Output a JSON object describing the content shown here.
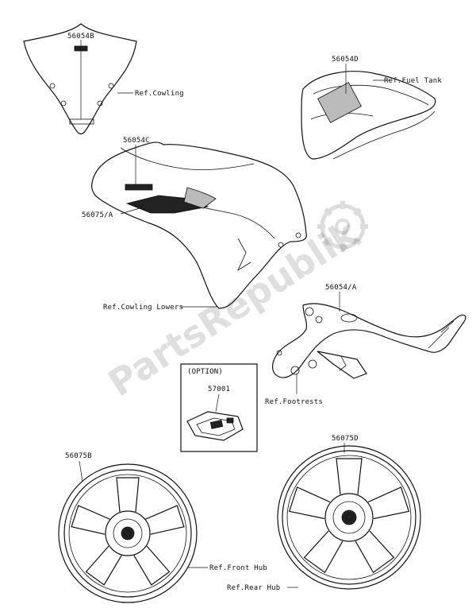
{
  "watermark": "PartsRepublik",
  "labels": {
    "p56054B": "56054B",
    "refCowling": "Ref.Cowling",
    "p56054D": "56054D",
    "refFuelTank": "Ref.Fuel Tank",
    "p56054C": "56054C",
    "p56075A": "56075/A",
    "refCowlingLowers": "Ref.Cowling Lowers",
    "p56054A": "56054/A",
    "option": "(OPTION)",
    "p57001": "57001",
    "refFootrests": "Ref.Footrests",
    "p56075B": "56075B",
    "p56075D": "56075D",
    "refFrontHub": "Ref.Front Hub",
    "refRearHub": "Ref.Rear Hub"
  },
  "icons": {
    "watermark_icon": "gear-icon"
  }
}
